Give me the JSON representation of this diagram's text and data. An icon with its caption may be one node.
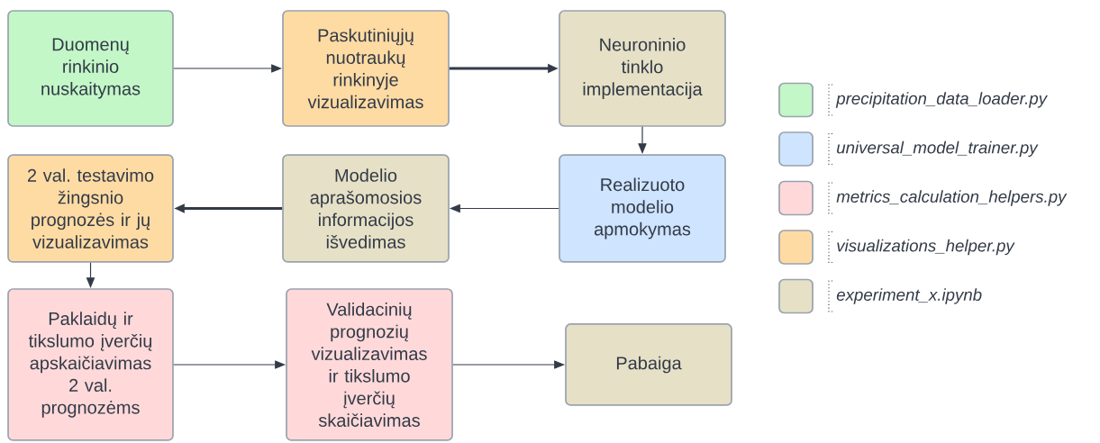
{
  "diagram": {
    "nodes": [
      {
        "text": [
          "Duomenų rinkinio nuskaitymas"
        ]
      },
      {
        "text": [
          "Paskutiniųjų nuotraukų rinkinyje vizualizavimas"
        ]
      },
      {
        "text": [
          "Neuroninio tinklo implementacija"
        ]
      },
      {
        "text": [
          "Realizuoto modelio apmokymas"
        ]
      },
      {
        "text": [
          "Modelio aprašomosios informacijos išvedimas"
        ]
      },
      {
        "text": [
          "2 val. testavimo žingsnio prognozės ir jų vizualizavimas"
        ]
      },
      {
        "text": [
          "Paklaidų ir tikslumo įverčių apskaičiavimas 2 val. prognozėms"
        ]
      },
      {
        "text": [
          "Validacinių prognozių vizualizavimas ir tikslumo įverčių skaičiavimas"
        ]
      },
      {
        "text": [
          "Pabaiga"
        ]
      }
    ],
    "edges": [
      {
        "from": 0,
        "to": 1,
        "arrow": "to"
      },
      {
        "from": 1,
        "to": 2,
        "arrow": "to",
        "style": "thick"
      },
      {
        "from": 2,
        "to": 3,
        "arrow": "to"
      },
      {
        "from": 3,
        "to": 4,
        "arrow": "to"
      },
      {
        "from": 4,
        "to": 5,
        "arrow": "to",
        "style": "thick"
      },
      {
        "from": 5,
        "to": 6,
        "arrow": "to"
      },
      {
        "from": 6,
        "to": 7,
        "arrow": "to"
      },
      {
        "from": 7,
        "to": 8,
        "arrow": "to"
      }
    ],
    "legend": [
      {
        "text": "precipitation_data_loader.py",
        "color": "#c3f7c8"
      },
      {
        "text": "universal_model_trainer.py",
        "color": "#cfe4ff"
      },
      {
        "text": "metrics_calculation_helpers.py",
        "color": "#ffd9da"
      },
      {
        "text": "visualizations_helper.py",
        "color": "#ffdba4"
      },
      {
        "text": "experiment_x.ipynb",
        "color": "#e6e0c6"
      }
    ]
  }
}
